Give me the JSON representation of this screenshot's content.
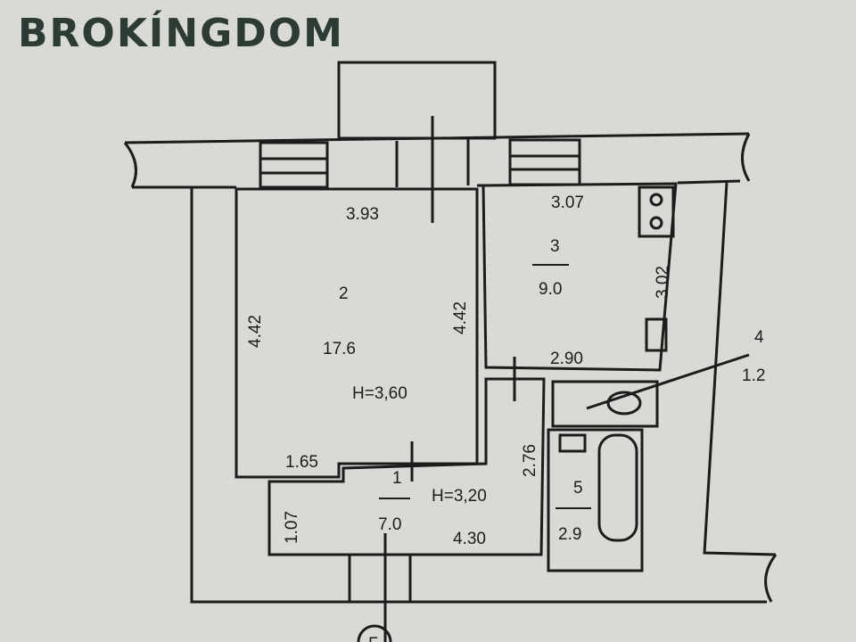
{
  "watermark": "BROKÍNGDOM",
  "rooms": [
    {
      "number": "1",
      "area": "7.0",
      "height": "H=3,20"
    },
    {
      "number": "2",
      "area": "17.6",
      "height": "H=3,60"
    },
    {
      "number": "3",
      "area": "9.0"
    },
    {
      "number": "4",
      "area": "1.2"
    },
    {
      "number": "5",
      "area": "2.9"
    }
  ],
  "dimensions": {
    "room2_top": "3.93",
    "room2_left": "4.42",
    "room2_right": "4.42",
    "room2_bottom": "1.65",
    "room3_top": "3.07",
    "room3_right": "3.02",
    "room3_bottom": "2.90",
    "corridor": "2.76",
    "room1_left": "1.07",
    "room1_bottom": "4.30"
  },
  "axis_marker": "Б",
  "colors": {
    "paper": "#d9d9d6",
    "ink": "#1c1c1c",
    "watermark": "#2c3b34"
  }
}
